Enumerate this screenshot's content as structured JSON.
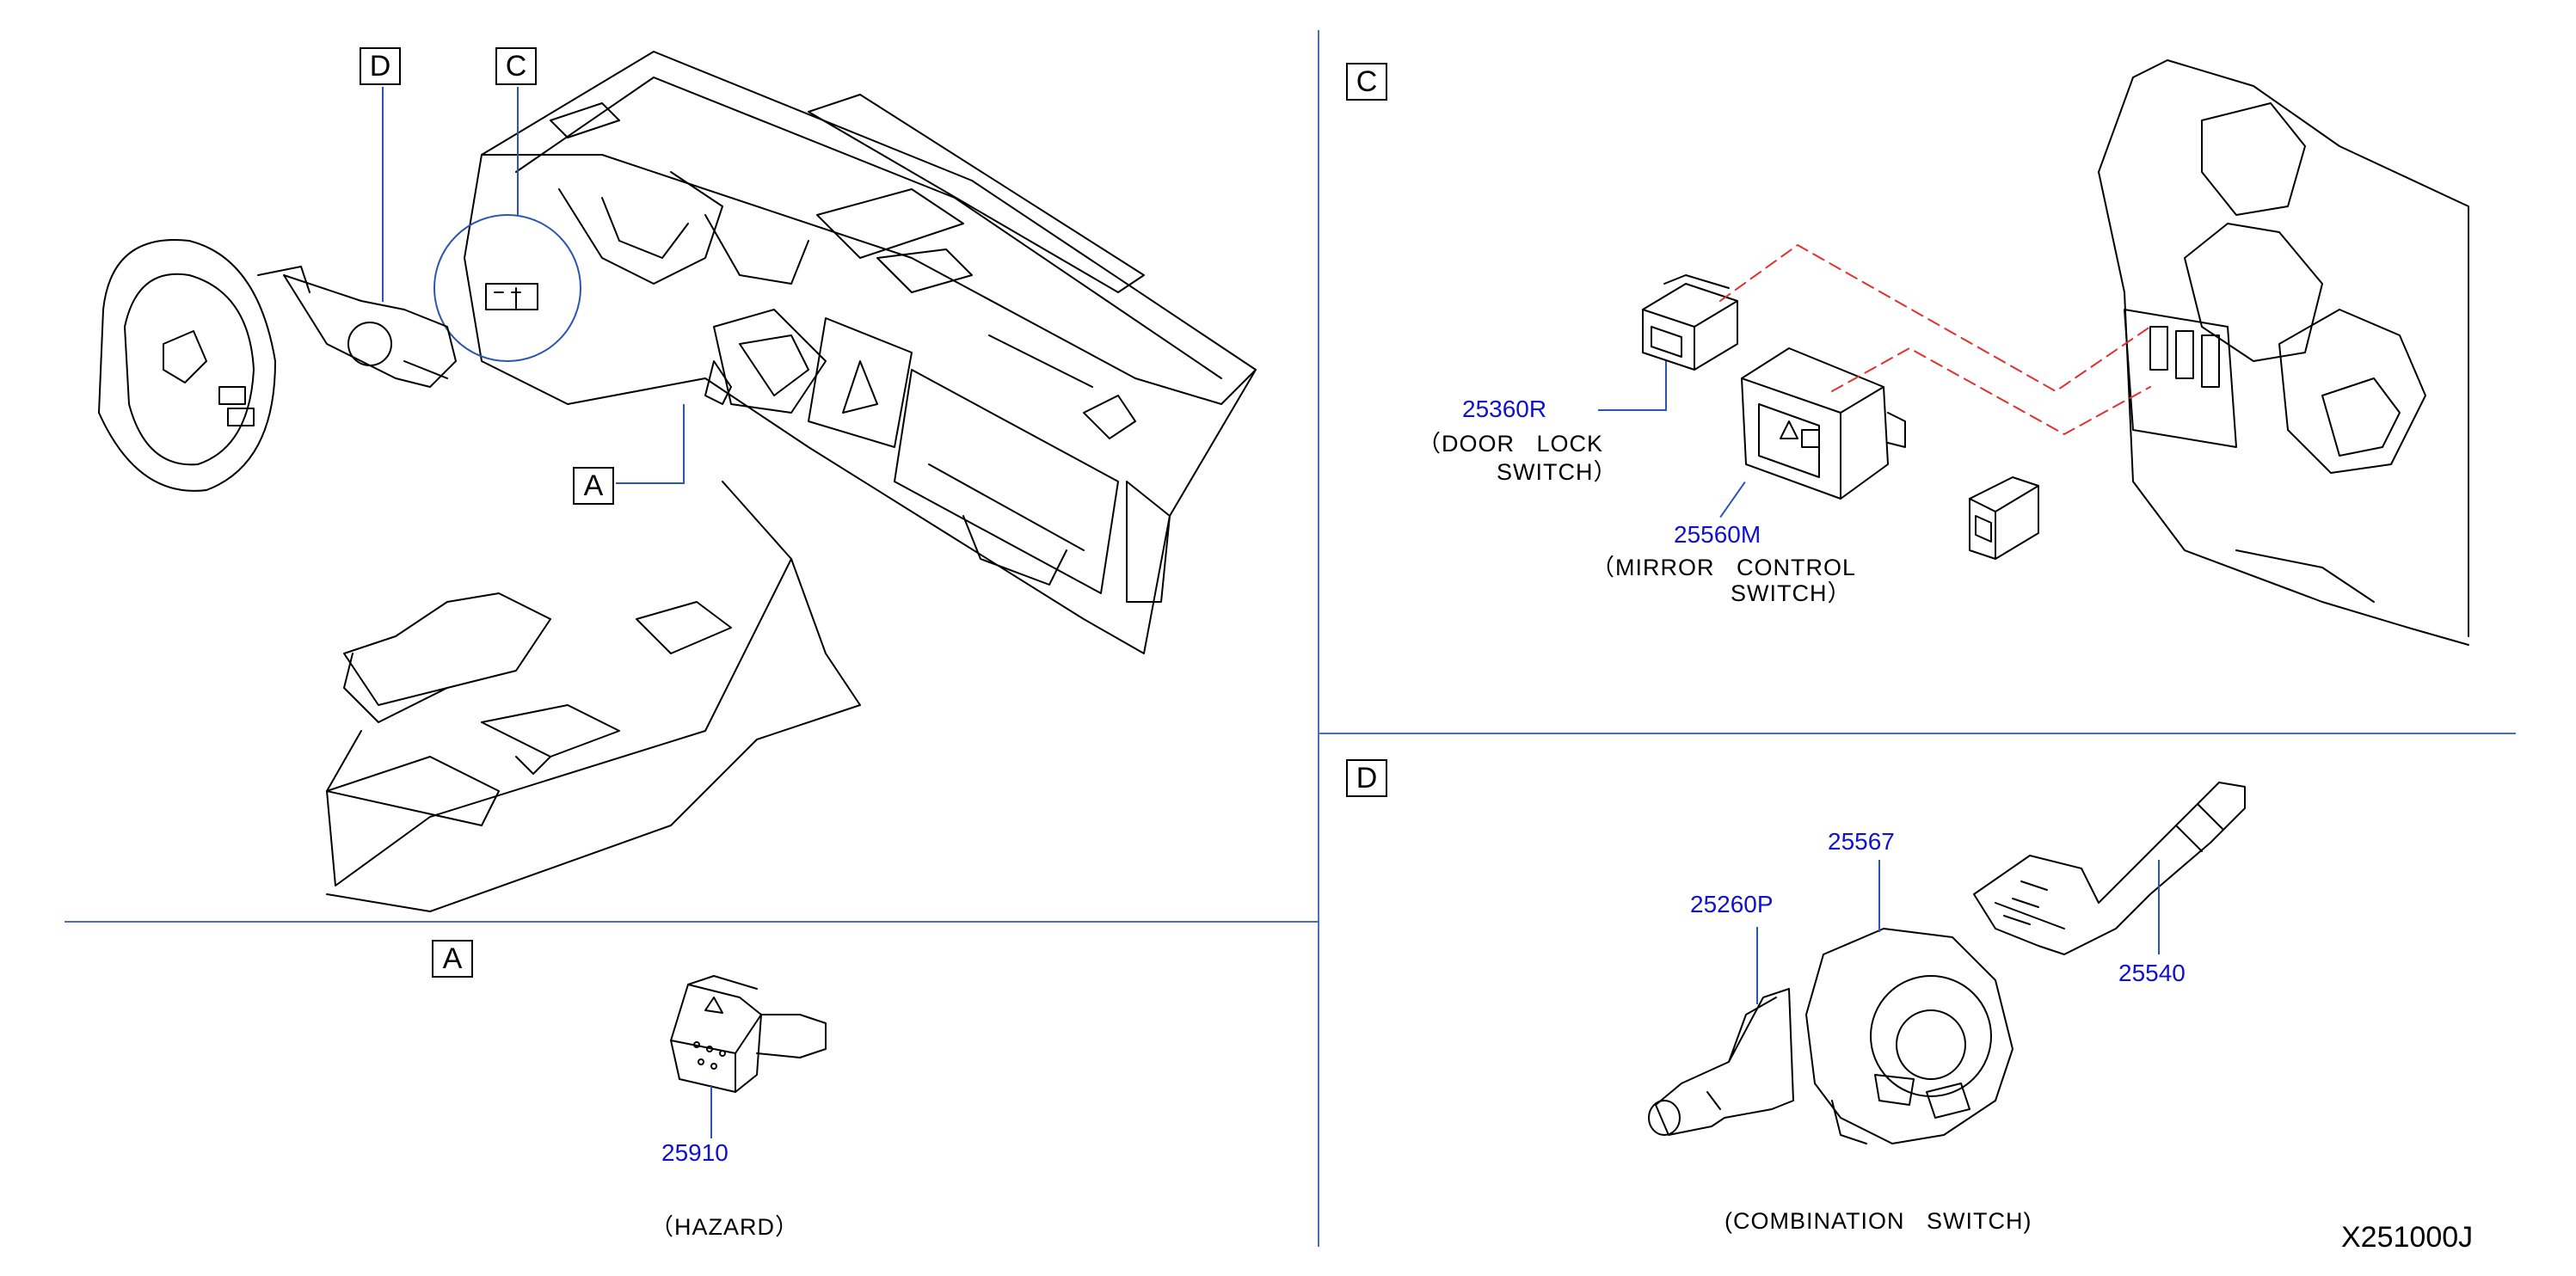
{
  "callouts": {
    "d": "D",
    "c": "C",
    "a": "A",
    "c_panel": "C",
    "a_panel": "A",
    "d_panel": "D"
  },
  "parts": {
    "door_lock": {
      "number": "25360R",
      "desc_line1": "（DOOR   LOCK",
      "desc_line2": "SWITCH）"
    },
    "mirror": {
      "number": "25560M",
      "desc_line1": "（MIRROR   CONTROL",
      "desc_line2": "SWITCH）"
    },
    "hazard": {
      "number": "25910",
      "desc": "（HAZARD）"
    },
    "combo_left": {
      "number": "25260P"
    },
    "combo_mid": {
      "number": "25567"
    },
    "combo_right": {
      "number": "25540"
    },
    "combination_desc": "(COMBINATION   SWITCH)"
  },
  "diagram_code": "X251000J",
  "colors": {
    "part_number": "#1010d0",
    "divider": "#4a6fb5",
    "leader": "#2a55b0",
    "dashed_link": "#e03030"
  }
}
